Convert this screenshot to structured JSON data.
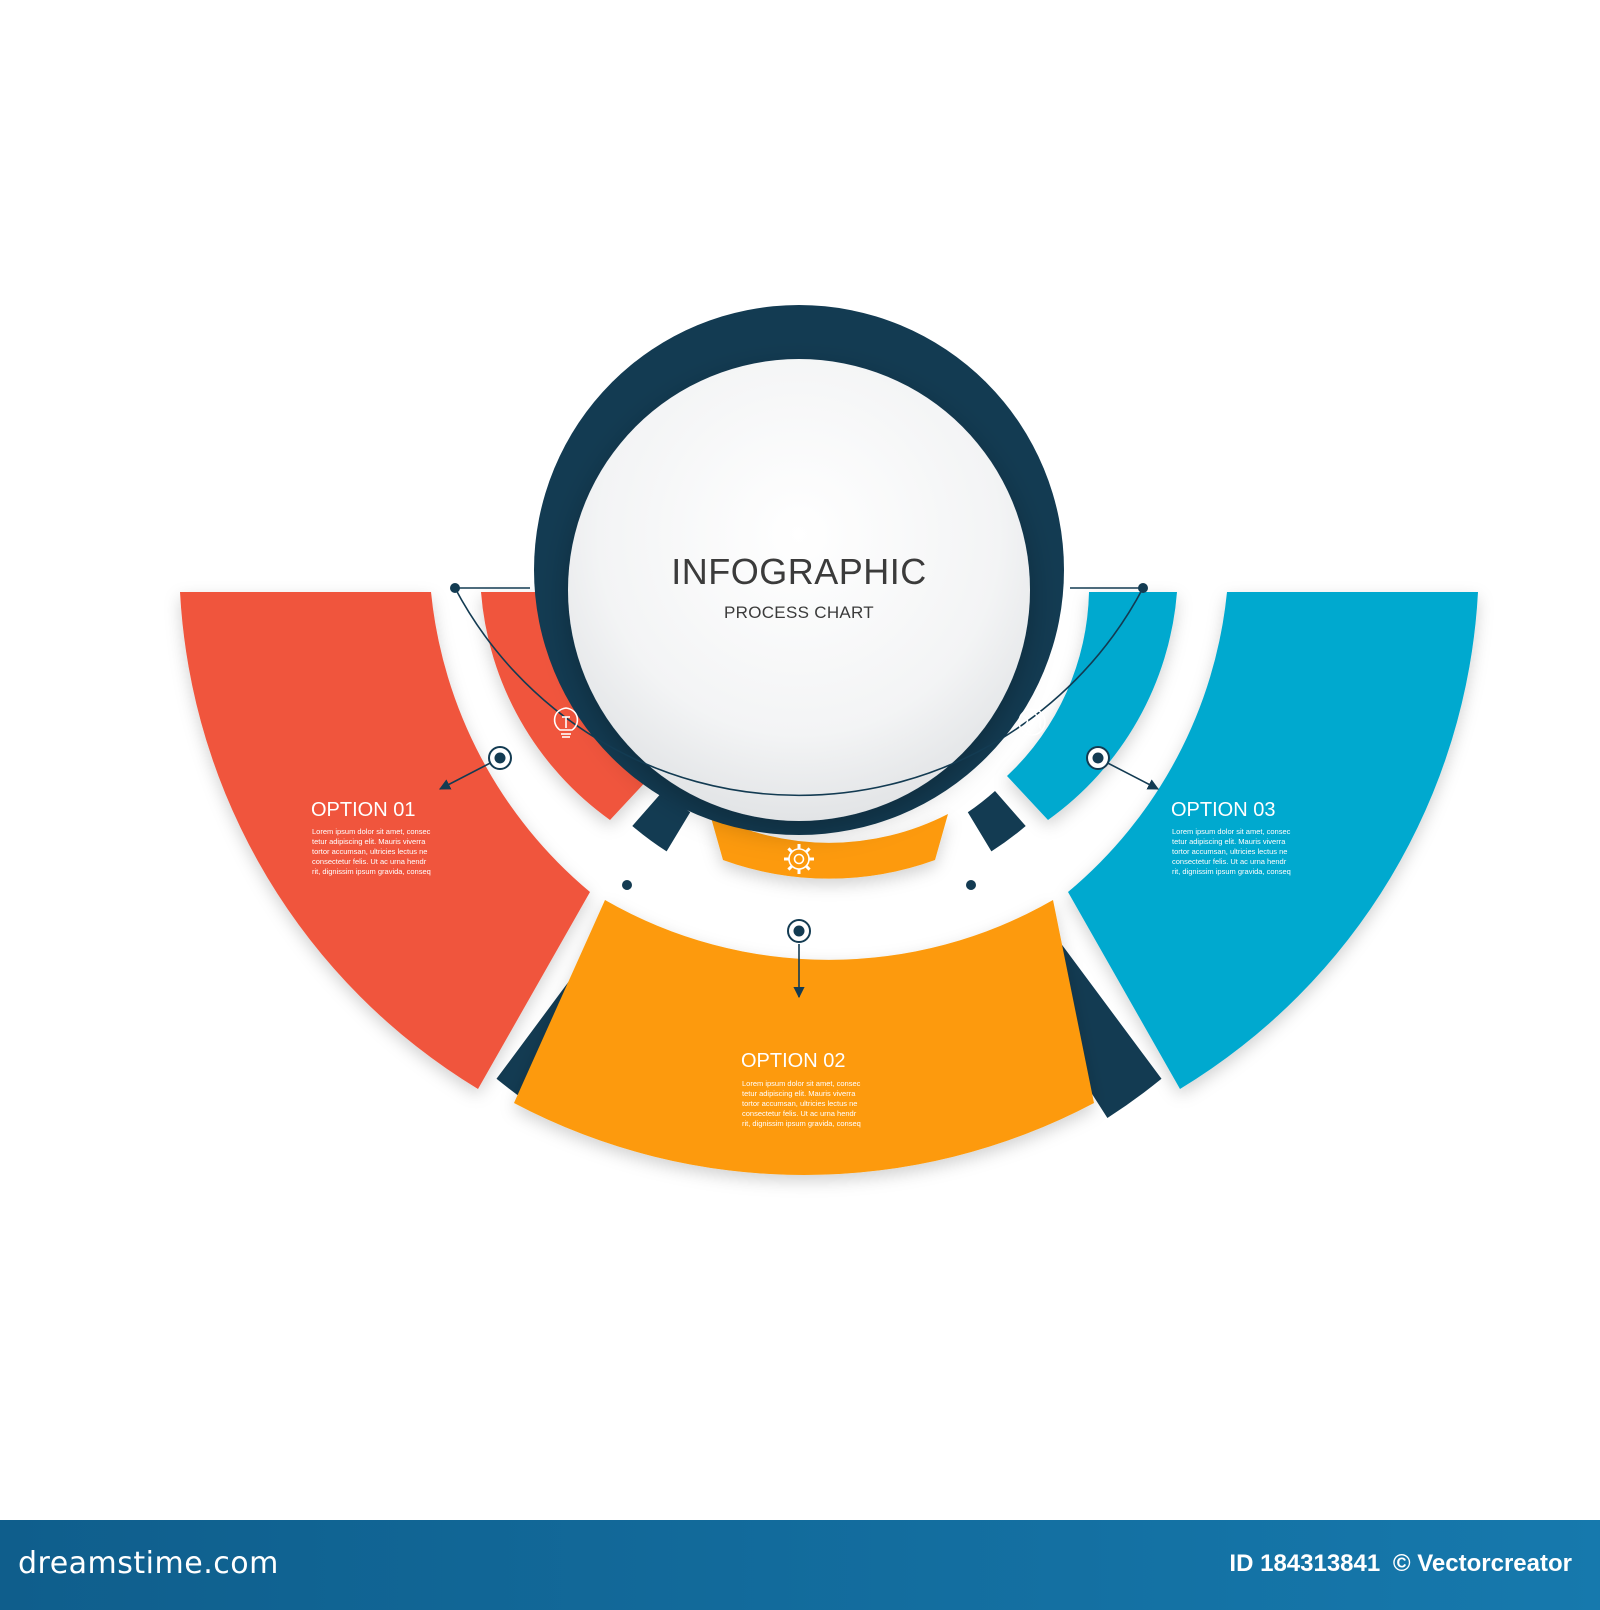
{
  "center": {
    "title": "INFOGRAPHIC",
    "subtitle": "PROCESS CHART",
    "ring_color": "#133b52"
  },
  "options": [
    {
      "label": "OPTION 01",
      "color": "#f0543c",
      "icon": "lightbulb-icon",
      "text": [
        "Lorem ipsum dolor sit amet, consec",
        "tetur adipiscing elit. Mauris viverra",
        "tortor accumsan, ultricies lectus ne",
        "consectetur felis. Ut ac urna hendr",
        "rit, dignissim ipsum gravida, conseq"
      ]
    },
    {
      "label": "OPTION 02",
      "color": "#fd9a08",
      "icon": "gear-icon",
      "text": [
        "Lorem ipsum dolor sit amet, consec",
        "tetur adipiscing elit. Mauris viverra",
        "tortor accumsan, ultricies lectus ne",
        "consectetur felis. Ut ac urna hendr",
        "rit, dignissim ipsum gravida, conseq"
      ]
    },
    {
      "label": "OPTION 03",
      "color": "#04a9cf",
      "icon": "globe-icon",
      "text": [
        "Lorem ipsum dolor sit amet, consec",
        "tetur adipiscing elit. Mauris viverra",
        "tortor accumsan, ultricies lectus ne",
        "consectetur felis. Ut ac urna hendr",
        "rit, dignissim ipsum gravida, conseq"
      ]
    }
  ],
  "footer": {
    "brand": "dreamstime.com",
    "id_text": "ID 184313841",
    "copyright": "© Vectorcreator"
  }
}
